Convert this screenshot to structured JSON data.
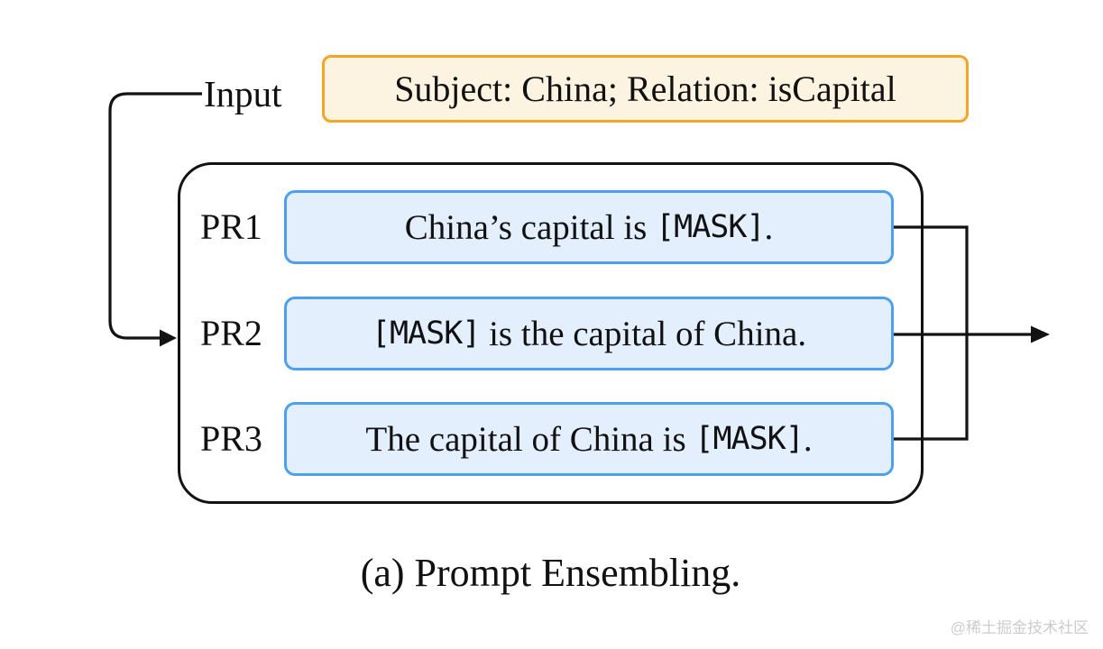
{
  "figure": {
    "input": {
      "label": "Input",
      "value": "Subject: China; Relation: isCapital"
    },
    "prompts": [
      {
        "id": "PR1",
        "pre": "China’s capital is ",
        "mask": "[MASK]",
        "post": "."
      },
      {
        "id": "PR2",
        "pre": "",
        "mask": "[MASK]",
        "post": " is the capital of China."
      },
      {
        "id": "PR3",
        "pre": "The capital of China is ",
        "mask": "[MASK]",
        "post": "."
      }
    ],
    "caption": "(a) Prompt Ensembling.",
    "watermark": "@稀土掘金技术社区"
  },
  "colors": {
    "input_box_bg": "#FCF4E1",
    "input_box_border": "#F5A424",
    "prompt_box_bg": "#E4EFFD",
    "prompt_box_border": "#4BA0F0",
    "line": "#131313",
    "watermark": "#CCCCCC"
  }
}
